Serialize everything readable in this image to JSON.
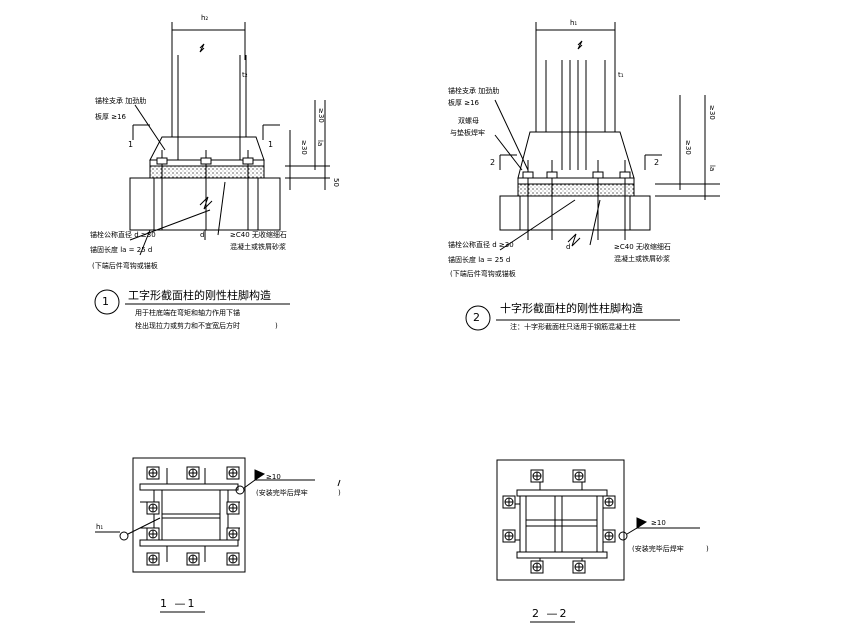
{
  "detail1": {
    "width_label": "h₂",
    "flange_label": "t₂",
    "stiffener_label": "锚栓支承 加劲肋",
    "plate_label": "板厚 ≥16",
    "section_mark_left": "1",
    "section_mark_right": "1",
    "dim_ge30": "≥30",
    "dim_la": "la",
    "dim_ge30b": "≥30",
    "dim_50": "50",
    "concrete_label": "≥C40 无收缩细石",
    "concrete_label2": "混凝土或铁屑砂浆",
    "bolt_diam_label": "锚栓公称直径 d ≥30",
    "anchor_len_label": "锚固长度 la = 25 d",
    "anchor_note": "(下端后件弯钩或锚板",
    "d_label": "d",
    "number": "1",
    "title": "工字形截面柱的刚性柱脚构造",
    "note_line1": "用于柱底端在弯矩和轴力作用下锚",
    "note_line2": "栓出现拉力或剪力和不宜宽后方时",
    "note_close": ")"
  },
  "detail2": {
    "width_label": "h₁",
    "flange_label": "t₁",
    "stiffener_label": "锚栓支承 加劲肋",
    "plate_label": "板厚 ≥16",
    "nut_label": "双螺母",
    "washer_label": "与垫板焊牢",
    "section_mark_left": "2",
    "section_mark_right": "2",
    "dim_ge30": "≥30",
    "dim_la": "la",
    "dim_ge30b": "≥30",
    "concrete_label": "≥C40 无收缩细石",
    "concrete_label2": "混凝土或铁屑砂浆",
    "bolt_diam_label": "锚栓公称直径 d ≥30",
    "anchor_len_label": "锚固长度 la = 25 d",
    "anchor_note": "(下端后件弯钩或锚板",
    "d_label": "d",
    "number": "2",
    "title": "十字形截面柱的刚性柱脚构造",
    "note": "注：十字形截面柱只适用于钢筋混凝土柱"
  },
  "plan1": {
    "weld_label": "≥10",
    "install_note": "(安装完毕后焊牢",
    "close": ")",
    "h_label": "h₁",
    "section_title": "1 —1"
  },
  "plan2": {
    "weld_label": "≥10",
    "install_note": "(安装完毕后焊牢",
    "close": ")",
    "section_title": "2 —2"
  }
}
